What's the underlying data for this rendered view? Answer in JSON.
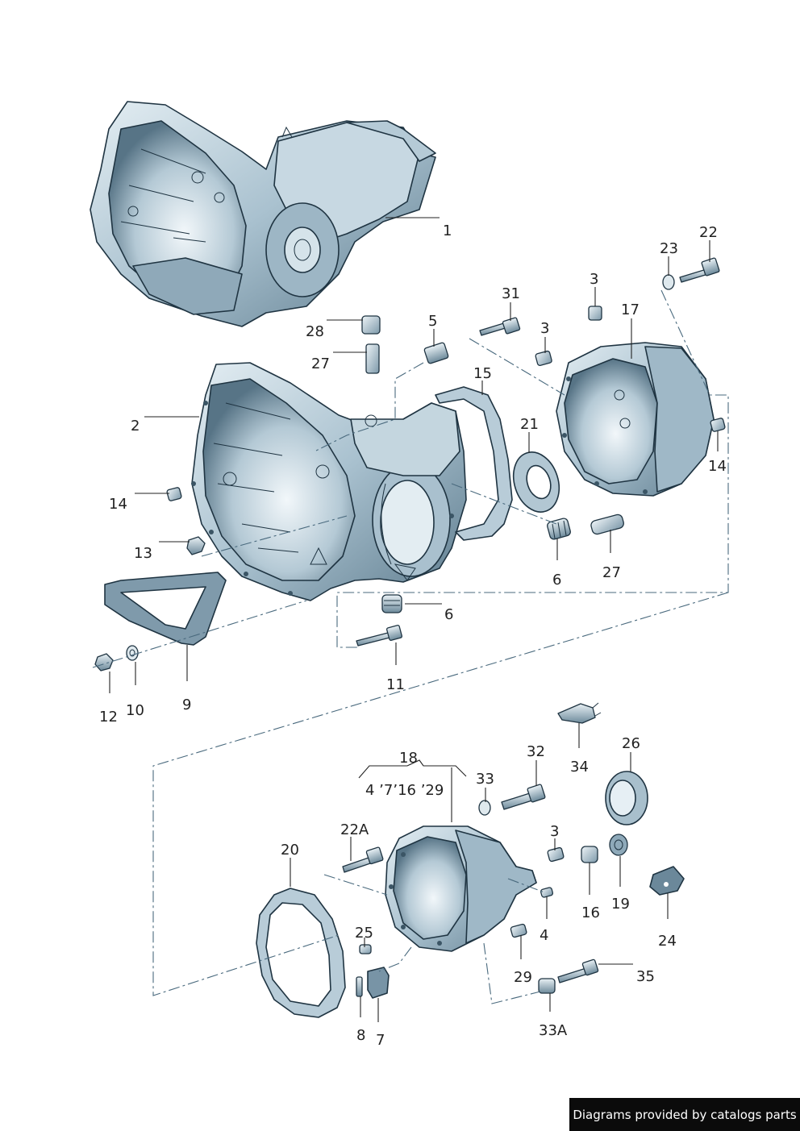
{
  "labels": {
    "p1": "1",
    "p2": "2",
    "p3a": "3",
    "p3b": "3",
    "p3c": "3",
    "p4": "4",
    "p5": "5",
    "p6a": "6",
    "p6b": "6",
    "p7": "7",
    "p8": "8",
    "p9": "9",
    "p10": "10",
    "p11": "11",
    "p12": "12",
    "p13": "13",
    "p14a": "14",
    "p14b": "14",
    "p15": "15",
    "p16": "16",
    "p17": "17",
    "p18": "18",
    "p18sub": "4 ’7’16 ’29",
    "p19": "19",
    "p20": "20",
    "p21": "21",
    "p22": "22",
    "p22a": "22A",
    "p23": "23",
    "p24": "24",
    "p25": "25",
    "p26": "26",
    "p27a": "27",
    "p27b": "27",
    "p28": "28",
    "p29": "29",
    "p31": "31",
    "p32": "32",
    "p33": "33",
    "p33a": "33A",
    "p34": "34",
    "p35": "35"
  },
  "credit": "Diagrams provided by catalogs parts",
  "colors": {
    "housing_light": "#dbe8ef",
    "housing_mid": "#9fb9c8",
    "housing_dark": "#4d6b7d",
    "outline": "#1f3442"
  }
}
